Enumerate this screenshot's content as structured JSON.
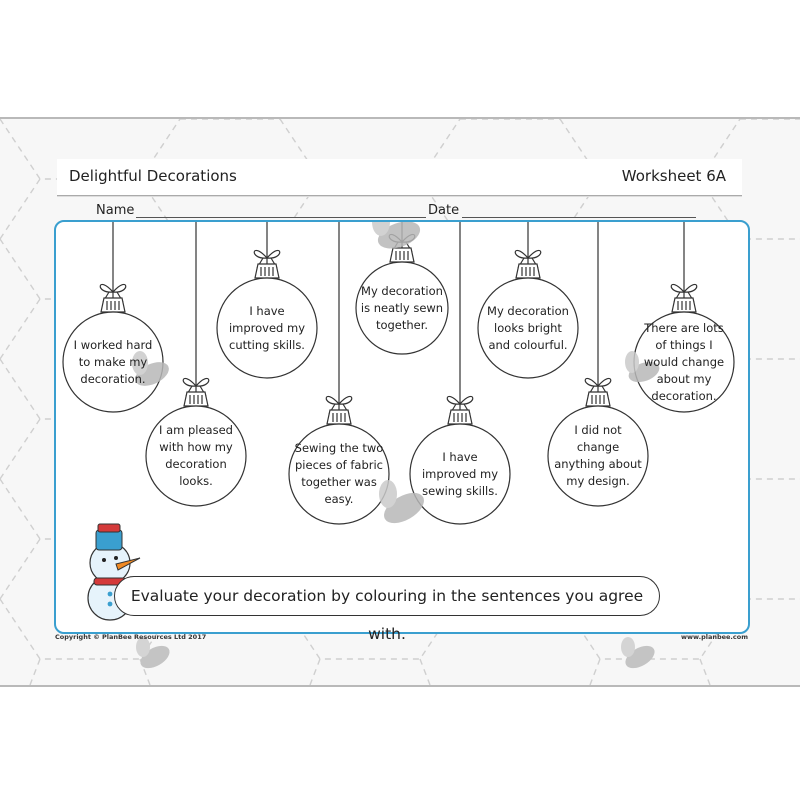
{
  "header": {
    "title": "Delightful Decorations",
    "worksheet": "Worksheet 6A"
  },
  "fields": {
    "name_label": "Name",
    "date_label": "Date"
  },
  "baubles": [
    {
      "text": "I worked hard to make my decoration."
    },
    {
      "text": "I am pleased with how my decoration looks."
    },
    {
      "text": "I have improved my cutting skills."
    },
    {
      "text": "Sewing the two pieces of fabric together was easy."
    },
    {
      "text": "My decoration is neatly sewn together."
    },
    {
      "text": "I have improved my sewing skills."
    },
    {
      "text": "My decoration looks bright and colourful."
    },
    {
      "text": "I did not change anything about my design."
    },
    {
      "text": "There are lots of things I would change about my decoration."
    }
  ],
  "instruction": "Evaluate your decoration by colouring in the sentences you agree with.",
  "footer": {
    "copyright": "Copyright © PlanBee Resources Ltd 2017",
    "website": "www.planbee.com"
  },
  "colors": {
    "frame_border": "#3a9fcf",
    "watermark_bee": "#b0b0b0"
  },
  "icons": [
    "snowman-icon",
    "bee-watermark-icon",
    "bauble-cap-icon"
  ]
}
